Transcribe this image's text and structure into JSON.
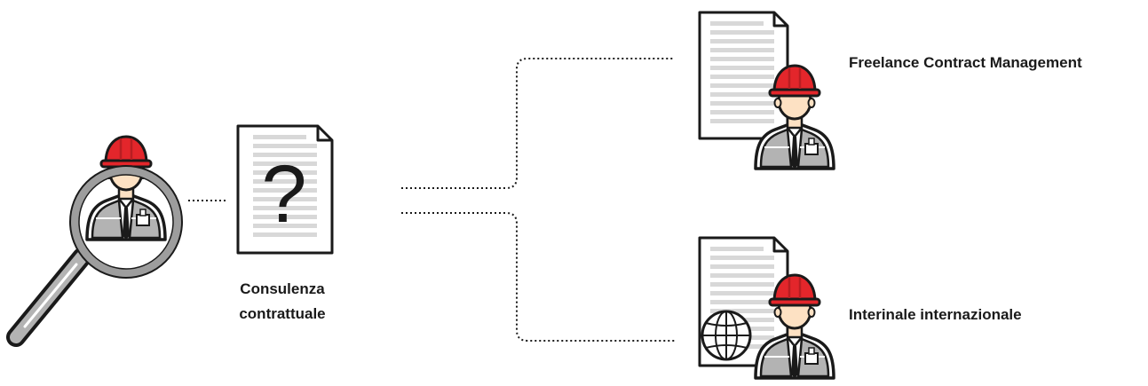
{
  "center": {
    "title_line1": "Consulenza",
    "title_line2": "contrattuale"
  },
  "branches": [
    {
      "label": "Freelance Contract Management"
    },
    {
      "label": "Interinale internazionale"
    }
  ],
  "colors": {
    "helmet": "#e3262b",
    "helmet_dark": "#b81e22",
    "skin": "#fde1c3",
    "vest": "#b3b3b3",
    "lens_ring": "#9d9d9d",
    "paper_lines": "#d8d8d8",
    "outline": "#1a1a1a"
  },
  "icons": [
    "magnifier-worker-icon",
    "question-document-icon",
    "contract-document-icon",
    "globe-document-icon",
    "worker-icon"
  ]
}
